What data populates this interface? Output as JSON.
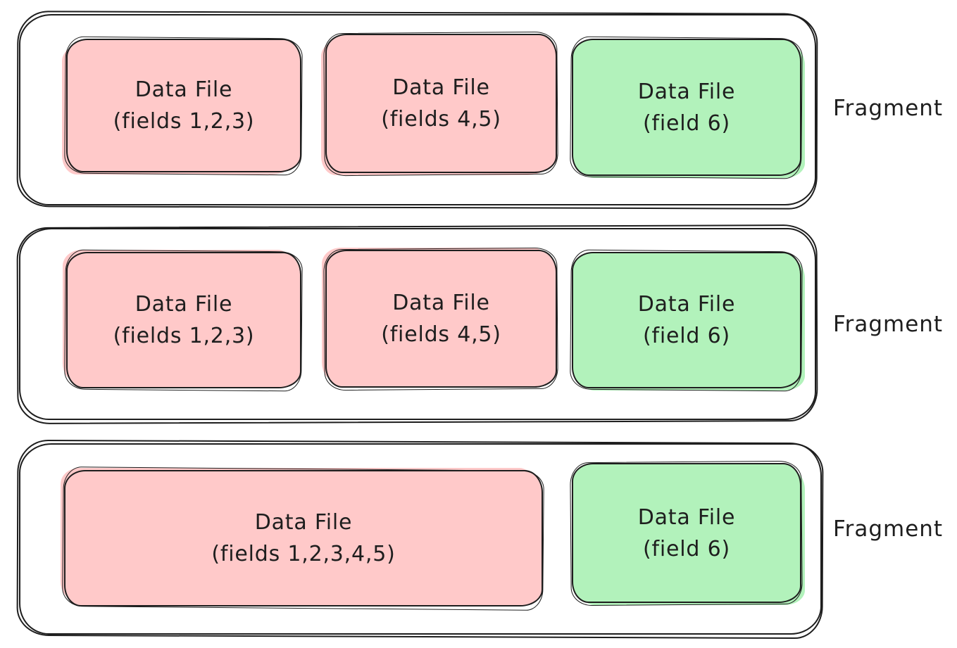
{
  "page": {
    "background": "#ffffff"
  },
  "colors": {
    "pink_fill": "#ffc9c9",
    "green_fill": "#b2f2bb",
    "stroke": "#1e1e1e",
    "text": "#1e1e1e"
  },
  "fragments": [
    {
      "label": "Fragment",
      "boxes": [
        {
          "title": "Data File",
          "fields": "(fields 1,2,3)",
          "color": "pink"
        },
        {
          "title": "Data File",
          "fields": "(fields 4,5)",
          "color": "pink"
        },
        {
          "title": "Data File",
          "fields": "(field 6)",
          "color": "green"
        }
      ]
    },
    {
      "label": "Fragment",
      "boxes": [
        {
          "title": "Data File",
          "fields": "(fields 1,2,3)",
          "color": "pink"
        },
        {
          "title": "Data File",
          "fields": "(fields 4,5)",
          "color": "pink"
        },
        {
          "title": "Data File",
          "fields": "(field 6)",
          "color": "green"
        }
      ]
    },
    {
      "label": "Fragment",
      "boxes": [
        {
          "title": "Data File",
          "fields": "(fields 1,2,3,4,5)",
          "color": "pink"
        },
        {
          "title": "Data File",
          "fields": "(field 6)",
          "color": "green"
        }
      ]
    }
  ]
}
